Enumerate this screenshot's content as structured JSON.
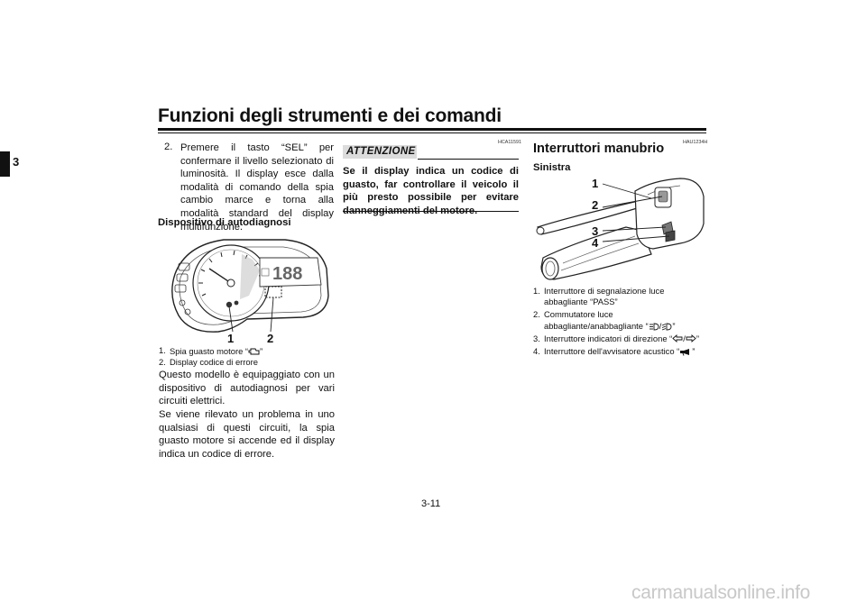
{
  "header": {
    "title": "Funzioni degli strumenti e dei comandi"
  },
  "side_tab": {
    "number": "3"
  },
  "left_column": {
    "step": {
      "number": "2.",
      "text": "Premere il tasto “SEL” per confermare il livello selezionato di luminosità. Il display esce dalla modalità di comando della spia cambio marce e torna alla modalità standard del display multifunzione."
    },
    "heading": "Dispositivo di autodiagnosi",
    "figure_callouts": [
      "1",
      "2"
    ],
    "captions": [
      {
        "num": "1.",
        "text_before": "Spia guasto motore “",
        "text_after": "”",
        "icon": "engine-icon"
      },
      {
        "num": "2.",
        "text": "Display codice di errore"
      }
    ],
    "paragraph1": "Questo modello è equipaggiato con un dispositivo di autodiagnosi per vari circuiti elettrici.",
    "paragraph2": "Se viene rilevato un problema in uno qualsiasi di questi circuiti, la spia guasto motore si accende ed il display indica un codice di errore."
  },
  "middle_column": {
    "code": "HCA11591",
    "attention_label": "ATTENZIONE",
    "attention_text": "Se il display indica un codice di guasto, far controllare il veicolo il più presto possibile per evitare danneggiamenti del motore."
  },
  "right_column": {
    "code": "HAU1234H",
    "title": "Interruttori manubrio",
    "subheading": "Sinistra",
    "figure_callouts": [
      "1",
      "2",
      "3",
      "4"
    ],
    "captions": [
      {
        "num": "1.",
        "text": "Interruttore di segnalazione luce abbagliante “PASS”"
      },
      {
        "num": "2.",
        "text_before": "Commutatore luce abbagliante/anabbagliante “",
        "sep": "/",
        "text_after": "”",
        "icons": [
          "high-beam-icon",
          "low-beam-icon"
        ]
      },
      {
        "num": "3.",
        "text_before": "Interruttore indicatori di direzione “",
        "sep": "/",
        "text_after": "”",
        "icons": [
          "left-arrow-icon",
          "right-arrow-icon"
        ]
      },
      {
        "num": "4.",
        "text_before": "Interruttore dell'avvisatore acustico “",
        "text_after": "”",
        "icon": "horn-icon"
      }
    ]
  },
  "footer": {
    "page_number": "3-11"
  },
  "watermark": "carmanualsonline.info"
}
